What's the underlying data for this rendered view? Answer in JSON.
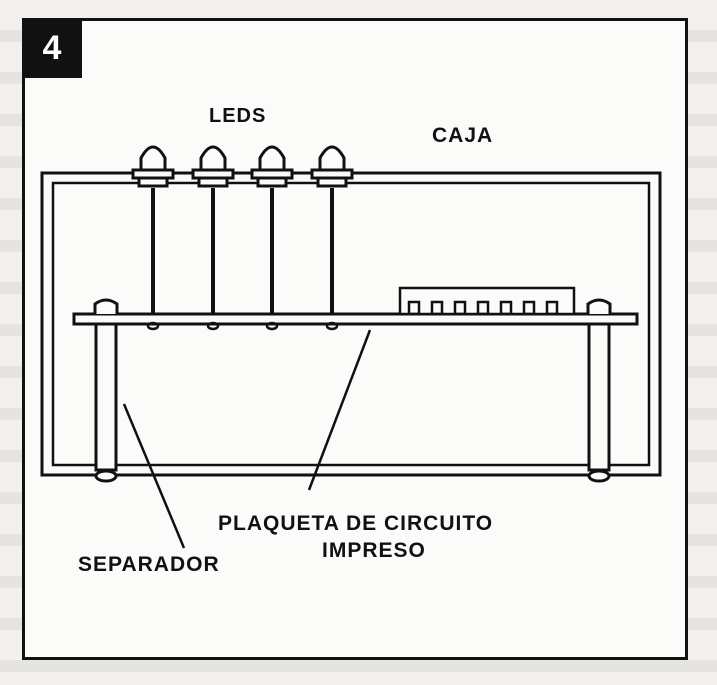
{
  "figure": {
    "number": "4",
    "labels": {
      "leds": "LEDS",
      "caja": "CAJA",
      "plaqueta_line1": "PLAQUETA DE CIRCUITO",
      "plaqueta_line2": "IMPRESO",
      "separador": "SEPARADOR"
    }
  }
}
